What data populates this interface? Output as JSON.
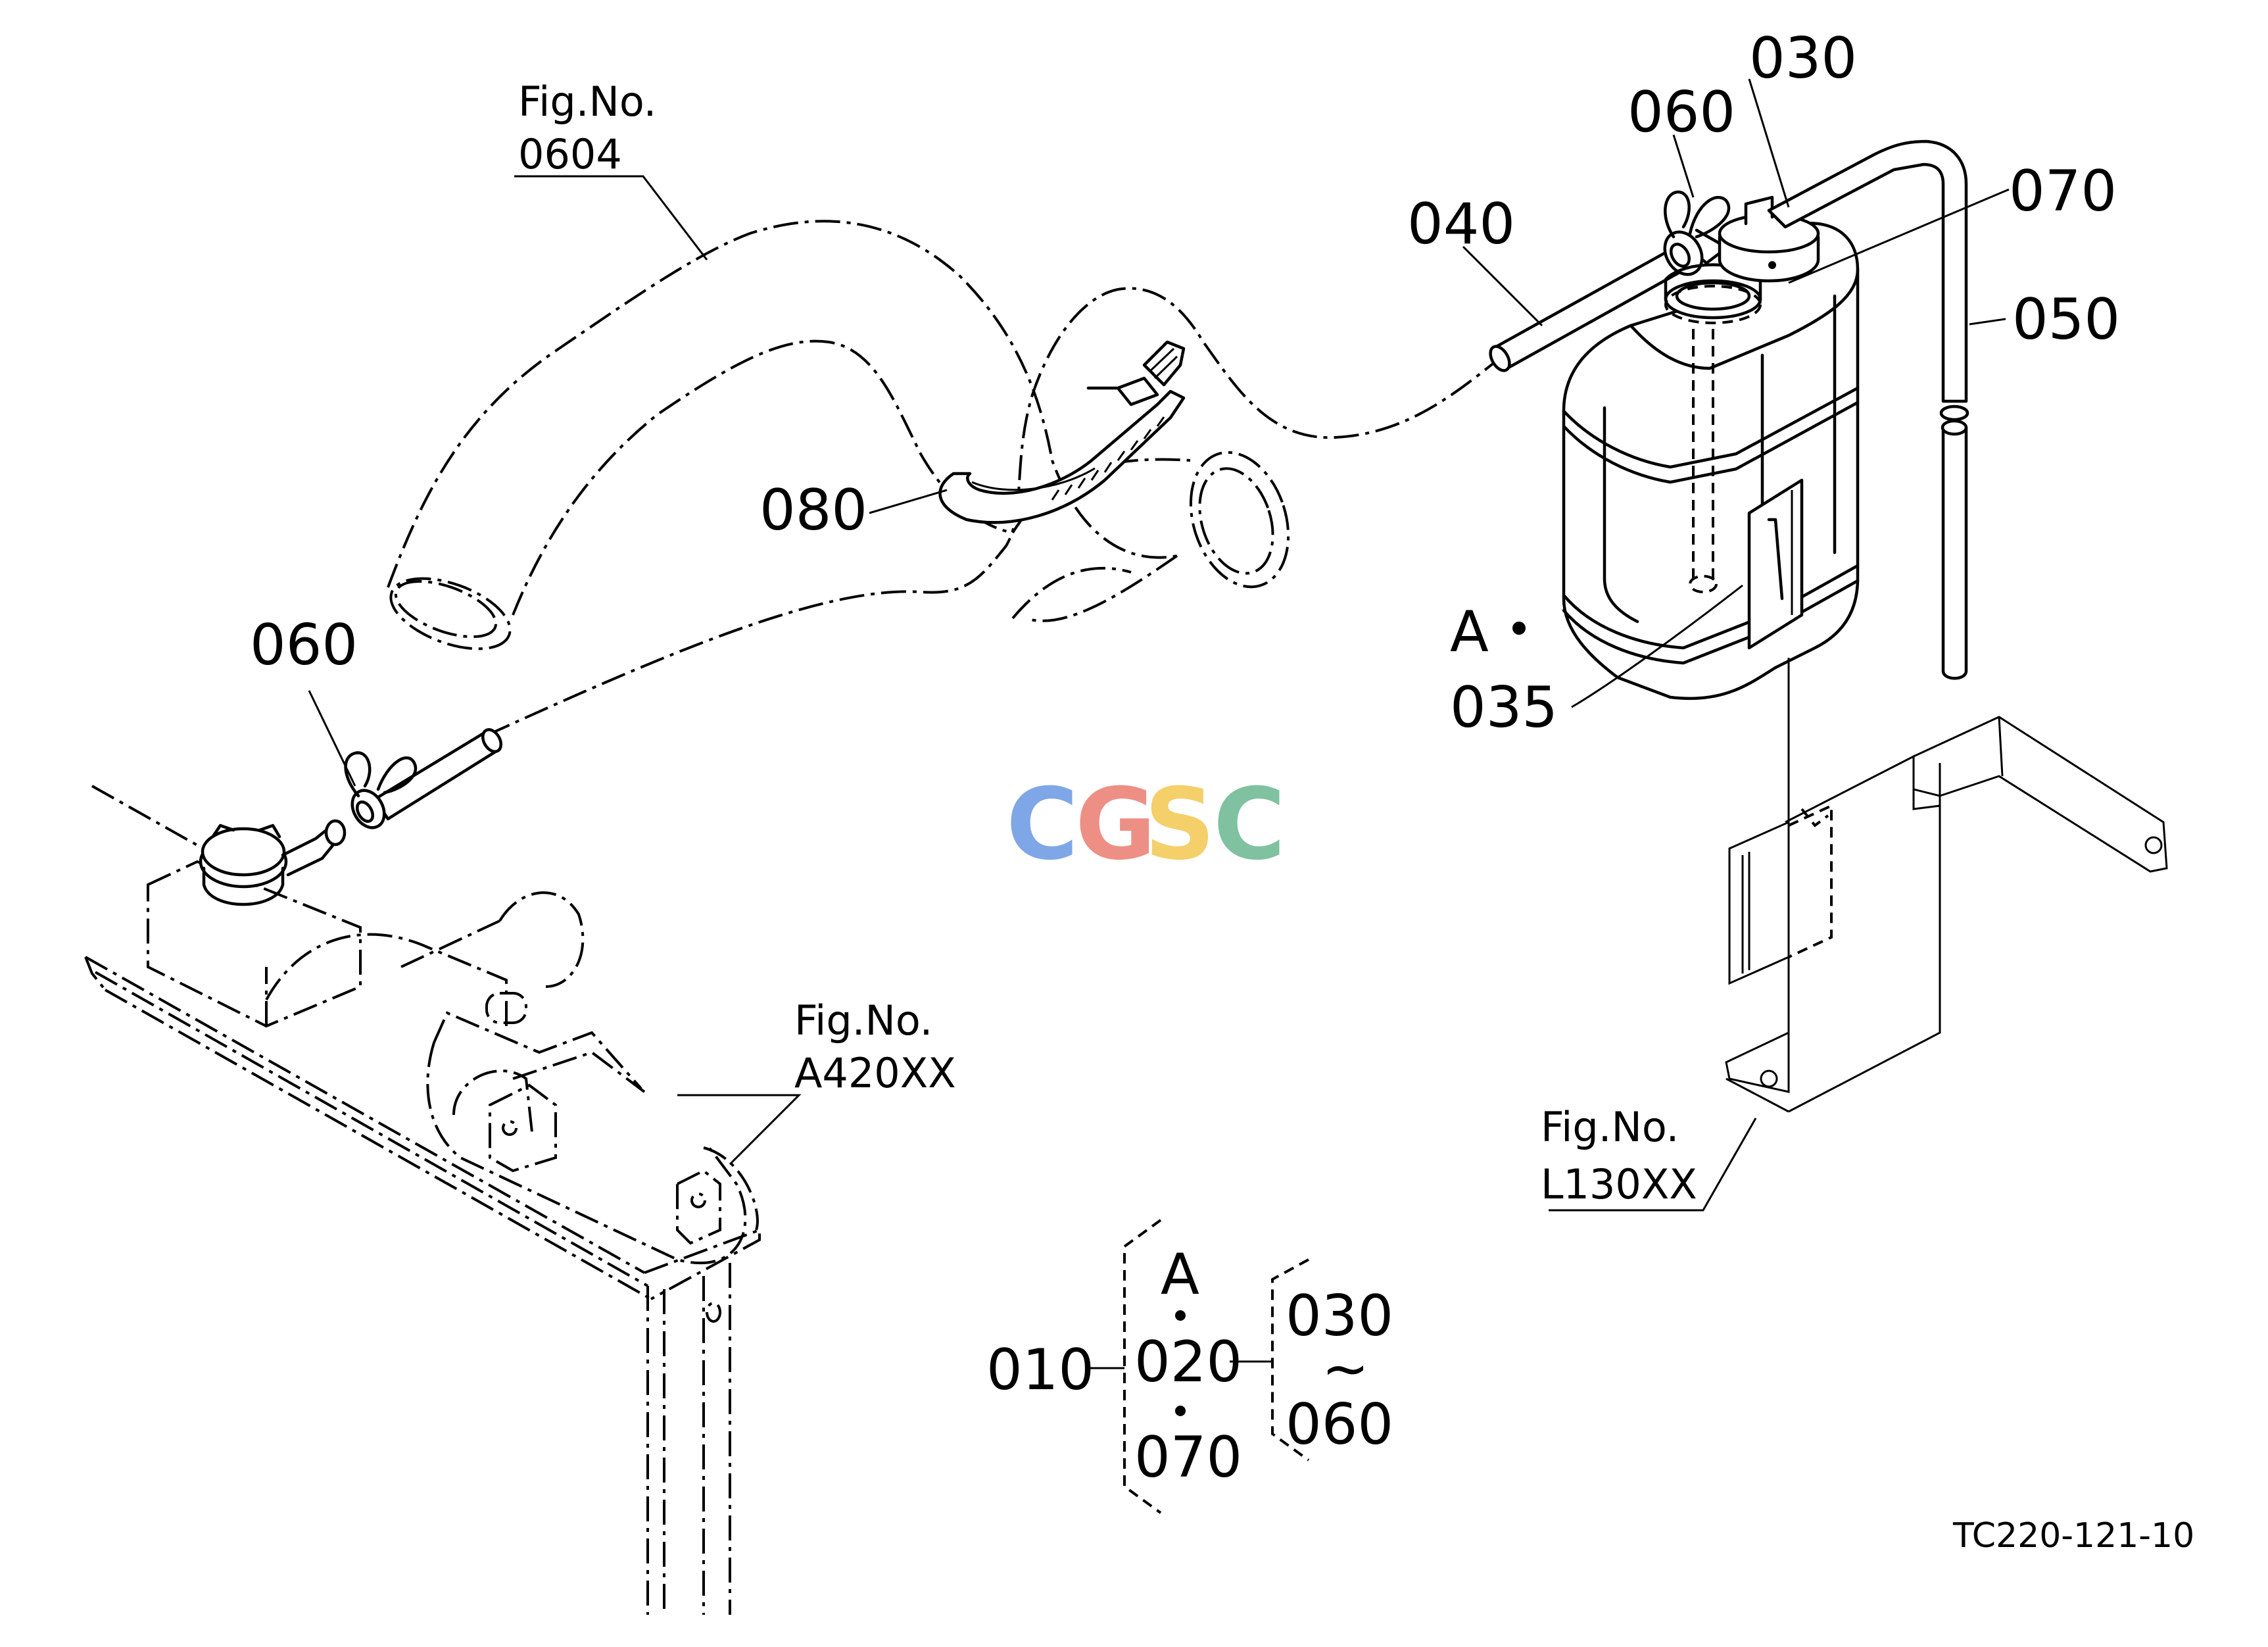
{
  "labels": {
    "p030": "030",
    "p060_top": "060",
    "p070": "070",
    "p040": "040",
    "p050": "050",
    "p080": "080",
    "p060_left": "060",
    "pA": "A",
    "p035": "035"
  },
  "figure_refs": {
    "fig0604": {
      "line1": "Fig.No.",
      "line2": "0604"
    },
    "figA420": {
      "line1": "Fig.No.",
      "line2": "A420XX"
    },
    "figL130": {
      "line1": "Fig.No.",
      "line2": "L130XX"
    }
  },
  "assembly_key": {
    "assembly": "010",
    "group": [
      "A",
      "020",
      "070"
    ],
    "range_start": "030",
    "range_sep": "~",
    "range_end": "060"
  },
  "drawing_code": "TC220-121-10",
  "watermark": {
    "letters": [
      "C",
      "G",
      "S",
      "C"
    ],
    "colors": [
      "#7FA6E6",
      "#EE8F85",
      "#F4CF6A",
      "#7FC1A0"
    ]
  }
}
